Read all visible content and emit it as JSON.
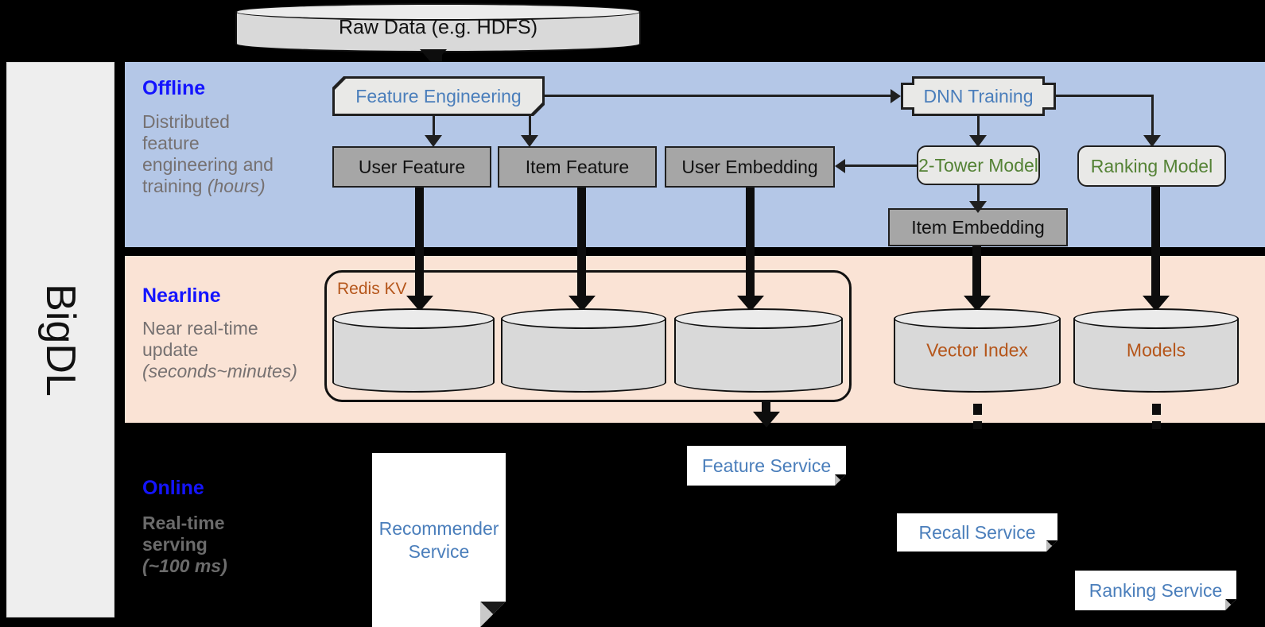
{
  "framework": {
    "name": "BigDL"
  },
  "source": {
    "label": "Raw Data (e.g. HDFS)"
  },
  "layers": [
    {
      "id": "offline",
      "title": "Offline",
      "description_line1": "Distributed",
      "description_line2": "feature",
      "description_line3": "engineering and",
      "description_line4": "training ",
      "description_italic": "(hours)",
      "background": "#b4c7e7"
    },
    {
      "id": "nearline",
      "title": "Nearline",
      "description_line1": "Near real-time",
      "description_line2": "update",
      "description_italic": "(seconds~minutes)",
      "background": "#fae3d5"
    },
    {
      "id": "online",
      "title": "Online",
      "description_line1": "Real-time",
      "description_line2": "serving",
      "description_italic": "(~100 ms)",
      "background": "#000000"
    }
  ],
  "offline": {
    "feature_engineering": "Feature Engineering",
    "dnn_training": "DNN Training",
    "user_feature": "User Feature",
    "item_feature": "Item Feature",
    "user_embedding": "User Embedding",
    "two_tower_model": "2-Tower Model",
    "ranking_model": "Ranking Model",
    "item_embedding": "Item Embedding"
  },
  "nearline": {
    "redis_kv": "Redis KV",
    "store_user_feature": "",
    "store_item_feature": "",
    "store_user_embedding": "",
    "vector_index": "Vector Index",
    "models": "Models"
  },
  "online": {
    "recommender_service": "Recommender Service",
    "feature_service": "Feature Service",
    "recall_service": "Recall Service",
    "ranking_service": "Ranking Service"
  },
  "colors": {
    "offline_band": "#b4c7e7",
    "nearline_band": "#fae3d5",
    "online_band": "#000000",
    "layer_title": "#1414ff",
    "layer_desc": "#767171",
    "process_text_blue": "#4a7ebb",
    "process_text_green": "#548235",
    "store_text_orange": "#b5561b",
    "data_box_fill": "#a6a6a6",
    "process_box_fill": "#e9e9e7",
    "rail_fill": "#eeeeee"
  }
}
